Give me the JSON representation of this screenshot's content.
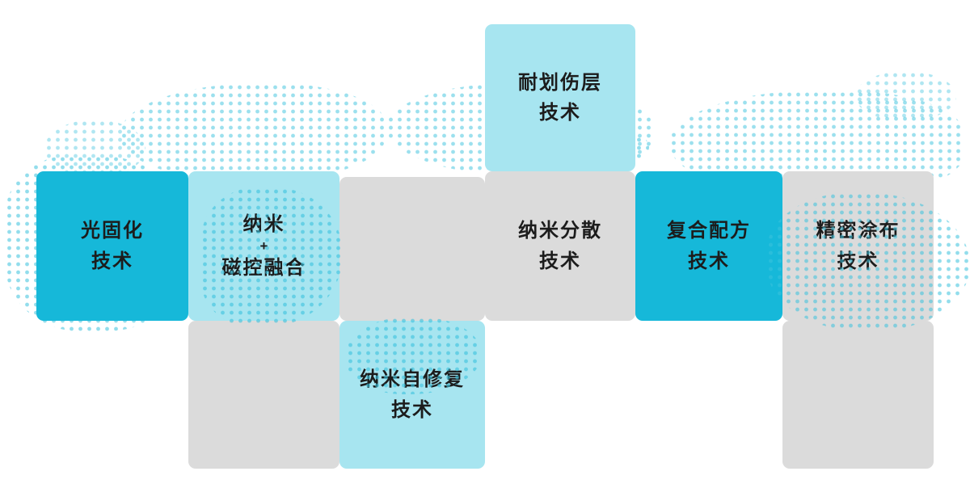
{
  "colors": {
    "bright": "#16b8d9",
    "light": "#a7e5f0",
    "gray": "#dbdbdb",
    "text": "#1c1c1c",
    "dot": "#3cc3de"
  },
  "tiles": {
    "photo_curing": {
      "lines": [
        "光固化",
        "技术"
      ]
    },
    "nano_magnetron": {
      "lines": [
        "纳米",
        "+",
        "磁控融合"
      ]
    },
    "scratch_resistant": {
      "lines": [
        "耐划伤层",
        "技术"
      ]
    },
    "nano_dispersion": {
      "lines": [
        "纳米分散",
        "技术"
      ]
    },
    "composite_formula": {
      "lines": [
        "复合配方",
        "技术"
      ]
    },
    "precision_coating": {
      "lines": [
        "精密涂布",
        "技术"
      ]
    },
    "nano_self_healing": {
      "lines": [
        "纳米自修复",
        "技术"
      ]
    }
  }
}
